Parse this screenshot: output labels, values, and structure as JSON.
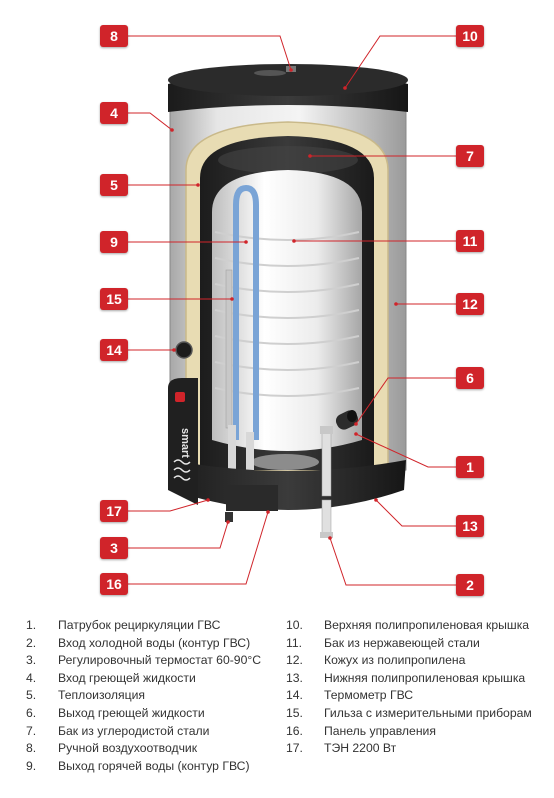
{
  "brand": "smart",
  "colors": {
    "badge": "#d0242a",
    "leader": "#d0242a",
    "shell": "#d9d9d9",
    "cap": "#2a2a2a",
    "insulation": "#e8dcb3",
    "tank": "#f2f2f2"
  },
  "badges": [
    {
      "id": "1",
      "label": "1"
    },
    {
      "id": "2",
      "label": "2"
    },
    {
      "id": "3",
      "label": "3"
    },
    {
      "id": "4",
      "label": "4"
    },
    {
      "id": "5",
      "label": "5"
    },
    {
      "id": "6",
      "label": "6"
    },
    {
      "id": "7",
      "label": "7"
    },
    {
      "id": "8",
      "label": "8"
    },
    {
      "id": "9",
      "label": "9"
    },
    {
      "id": "10",
      "label": "10"
    },
    {
      "id": "11",
      "label": "11"
    },
    {
      "id": "12",
      "label": "12"
    },
    {
      "id": "13",
      "label": "13"
    },
    {
      "id": "14",
      "label": "14"
    },
    {
      "id": "15",
      "label": "15"
    },
    {
      "id": "16",
      "label": "16"
    },
    {
      "id": "17",
      "label": "17"
    }
  ],
  "legend": {
    "left": [
      {
        "num": "1.",
        "text": "Патрубок рециркуляции ГВС"
      },
      {
        "num": "2.",
        "text": "Вход холодной воды (контур ГВС)"
      },
      {
        "num": "3.",
        "text": "Регулировочный термостат 60-90°С"
      },
      {
        "num": "4.",
        "text": "Вход греющей жидкости"
      },
      {
        "num": "5.",
        "text": "Теплоизоляция"
      },
      {
        "num": "6.",
        "text": "Выход греющей жидкости"
      },
      {
        "num": "7.",
        "text": "Бак из углеродистой стали"
      },
      {
        "num": "8.",
        "text": "Ручной воздухоотводчик"
      },
      {
        "num": "9.",
        "text": "Выход горячей воды (контур ГВС)"
      }
    ],
    "right": [
      {
        "num": "10.",
        "text": "Верхняя полипропиленовая крышка"
      },
      {
        "num": "11.",
        "text": "Бак из нержавеющей стали"
      },
      {
        "num": "12.",
        "text": "Кожух из полипропилена"
      },
      {
        "num": "13.",
        "text": "Нижняя полипропиленовая крышка"
      },
      {
        "num": "14.",
        "text": "Термометр ГВС"
      },
      {
        "num": "15.",
        "text": "Гильза с измерительными приборам"
      },
      {
        "num": "16.",
        "text": "Панель управления"
      },
      {
        "num": "17.",
        "text": "ТЭН 2200 Вт"
      }
    ]
  }
}
